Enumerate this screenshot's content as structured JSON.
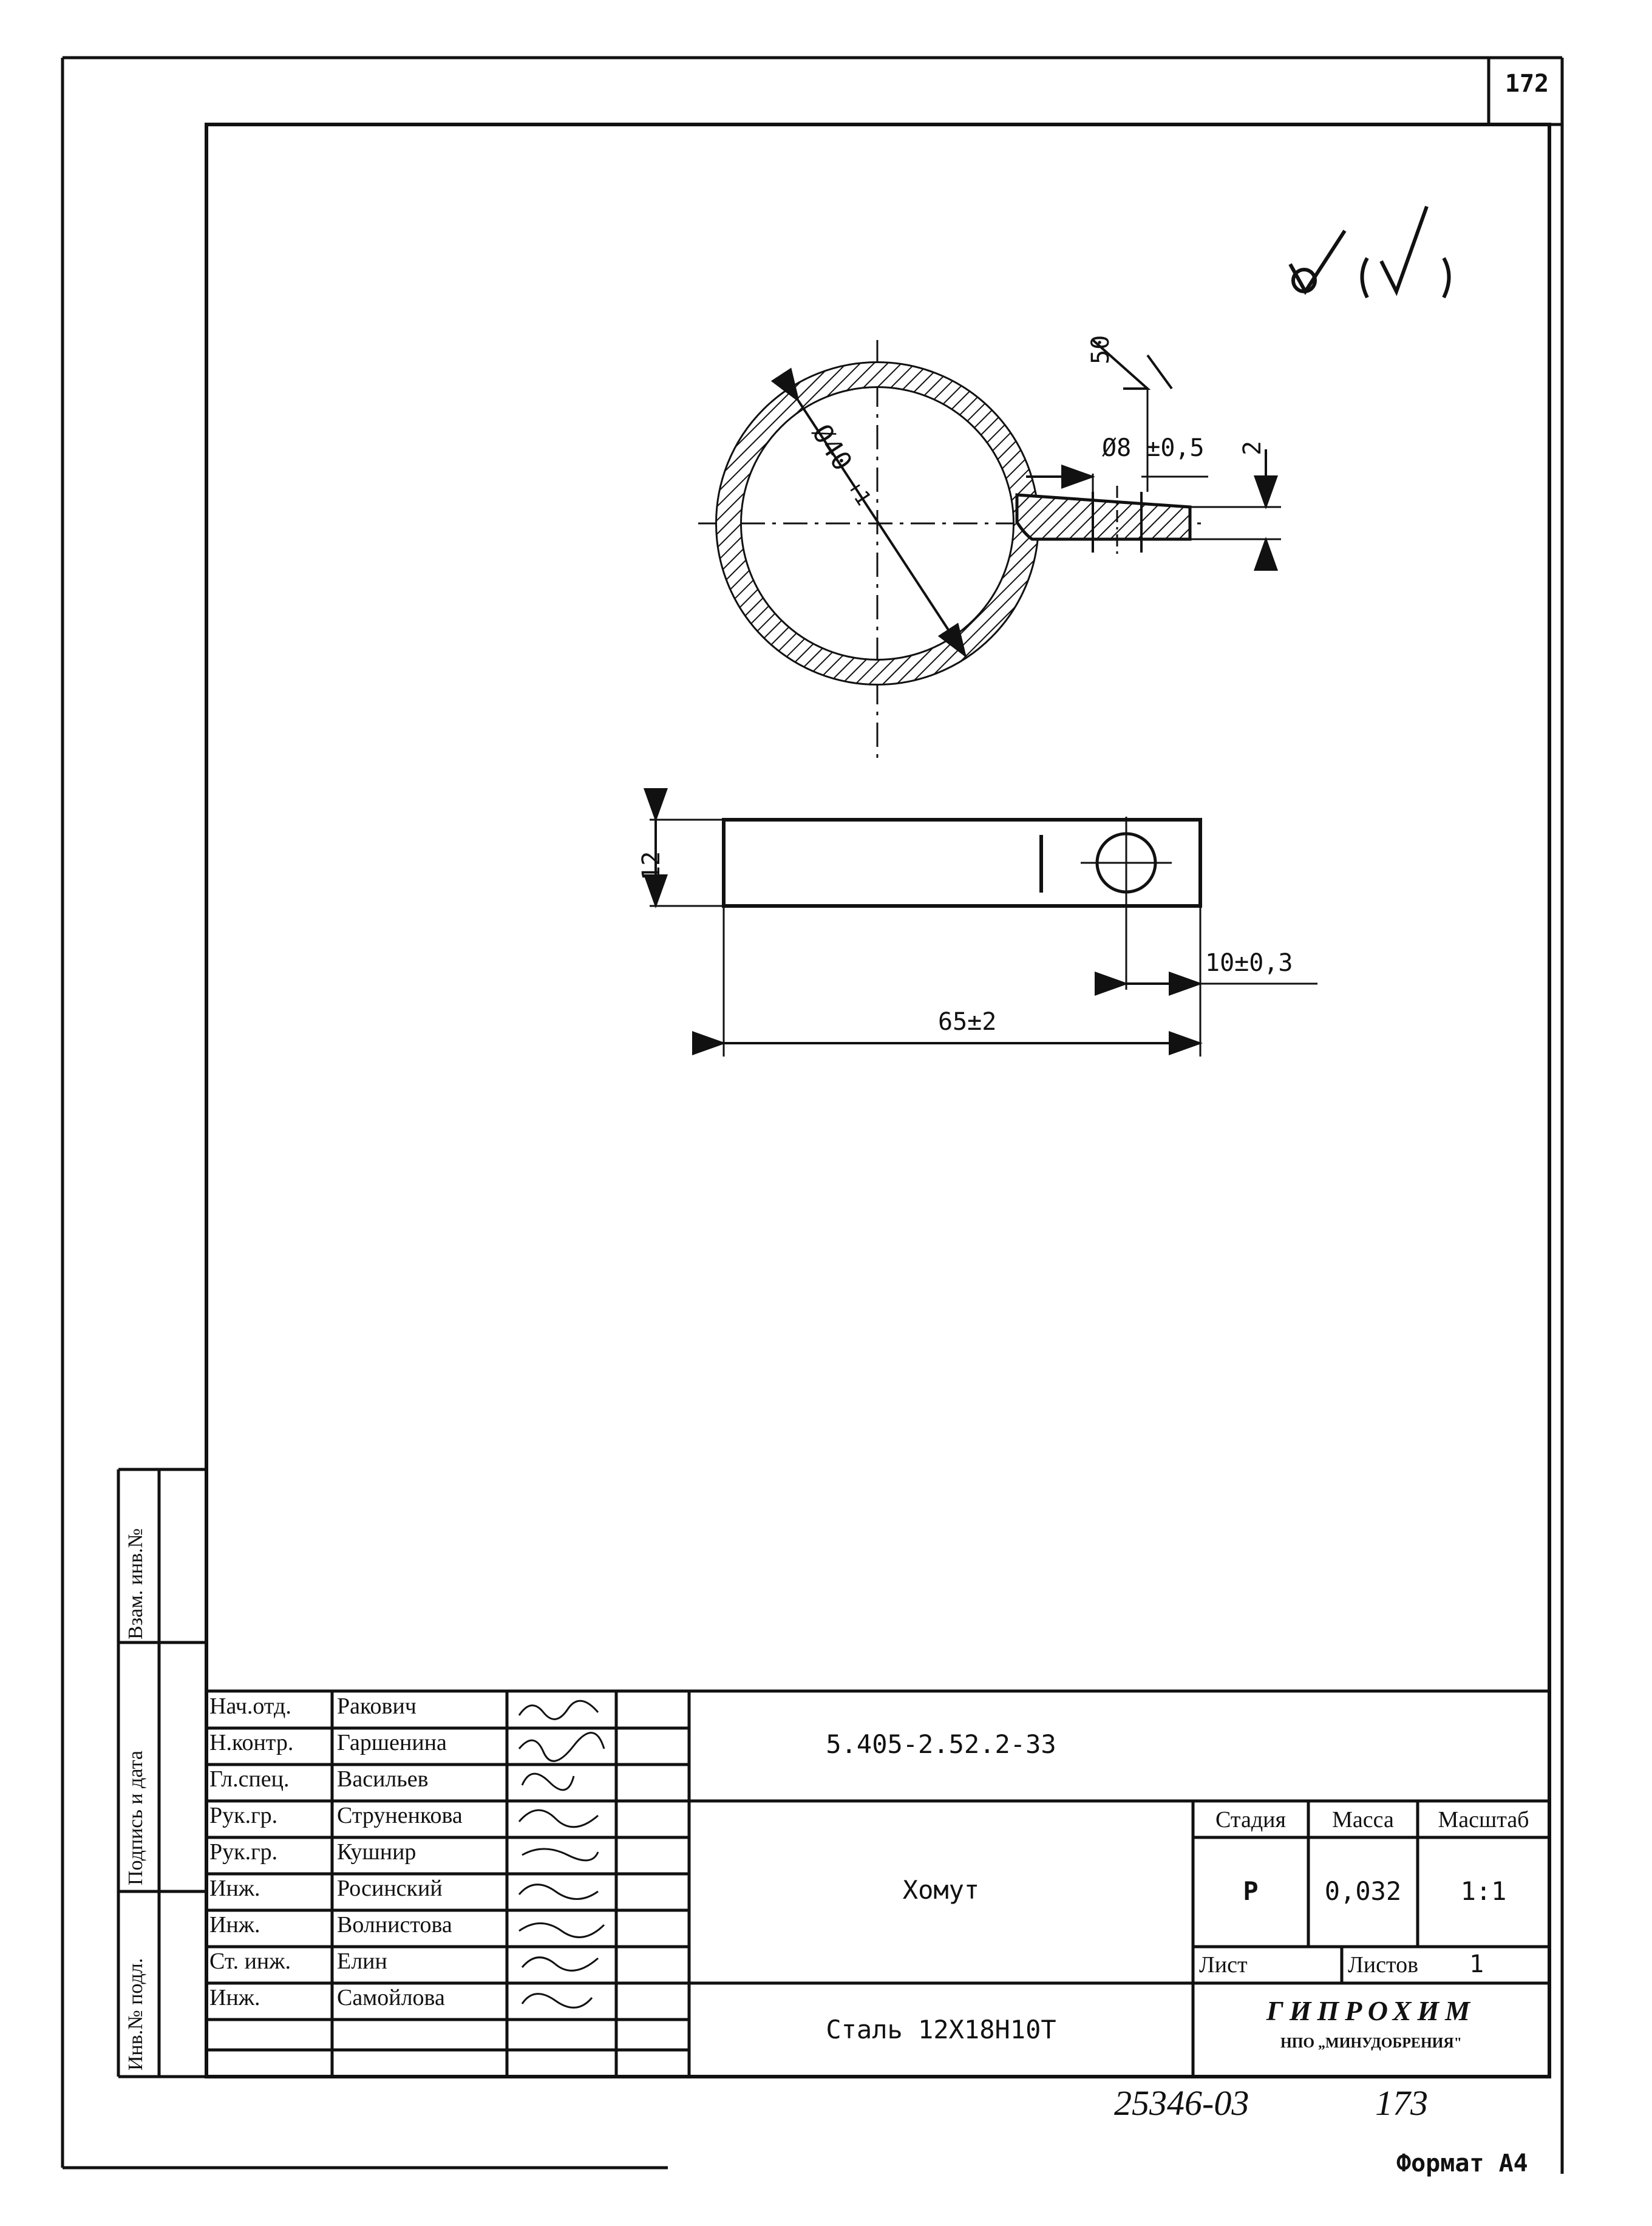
{
  "page_number": "172",
  "roughness": {
    "main_symbol": "✓",
    "bracket_symbol": "(✓)",
    "surface_value": "50"
  },
  "dimensions": {
    "diameter_main": "Ø40",
    "diameter_main_tol": "+1",
    "hole_diameter": "Ø8",
    "hole_tol": "±0,5",
    "tab_thickness": "2",
    "width": "12",
    "hole_offset": "10",
    "hole_offset_tol": "±0,3",
    "length": "65",
    "length_tol": "±2"
  },
  "side_stamp": {
    "vzam": "Взам. инв.№",
    "podpis": "Подпись и дата",
    "inv_podl": "Инв.№ подл."
  },
  "title_block": {
    "staff": [
      {
        "role": "Нач.отд.",
        "name": "Ракович"
      },
      {
        "role": "Н.контр.",
        "name": "Гаршенина"
      },
      {
        "role": "Гл.спец.",
        "name": "Васильев"
      },
      {
        "role": "Рук.гр.",
        "name": "Струненкова"
      },
      {
        "role": "Рук.гр.",
        "name": "Кушнир"
      },
      {
        "role": "Инж.",
        "name": "Росинский"
      },
      {
        "role": "Инж.",
        "name": "Волнистова"
      },
      {
        "role": "Ст. инж.",
        "name": "Елин"
      },
      {
        "role": "Инж.",
        "name": "Самойлова"
      }
    ],
    "doc_number": "5.405-2.52.2-33",
    "part_name": "Хомут",
    "material": "Сталь 12Х18Н10Т",
    "stage_label": "Стадия",
    "mass_label": "Масса",
    "scale_label": "Масштаб",
    "stage": "Р",
    "mass": "0,032",
    "scale": "1:1",
    "sheet_label": "Лист",
    "sheets_label": "Листов",
    "sheets": "1",
    "org_name": "ГИПРОХИМ",
    "org_sub": "НПО „МИНУДОБРЕНИЯ\""
  },
  "footer": {
    "archive_number": "25346-03",
    "archive_page": "173",
    "format_label": "Формат",
    "format_value": "А4"
  }
}
